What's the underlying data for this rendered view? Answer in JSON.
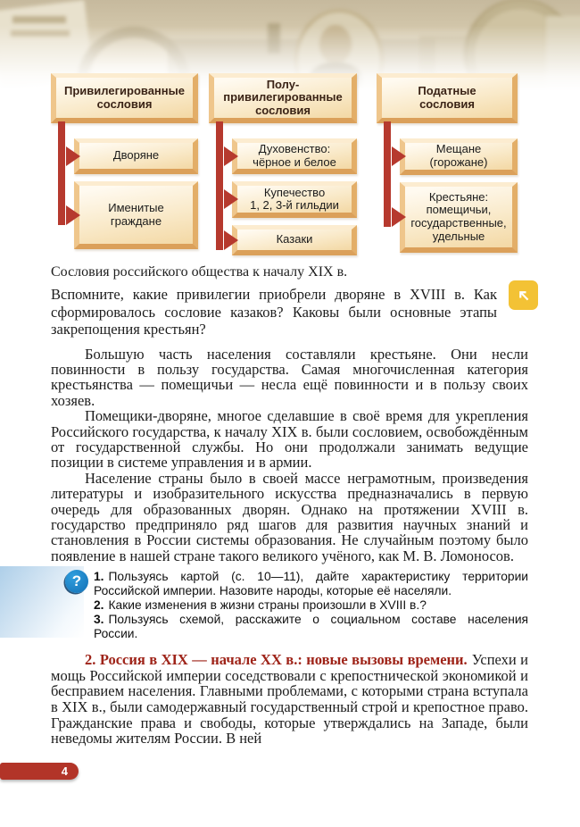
{
  "page": {
    "number": "4"
  },
  "colors": {
    "arrow_red": "#b6392e",
    "heading_red": "#9e2318",
    "icon_yellow": "#f3c235",
    "icon_blue": "#1e86cb",
    "pill_red": "#b23428",
    "band_blue": "#aecfe9",
    "box_fill": "#f9e9c8",
    "box_bevel": "#dba05a"
  },
  "diagram": {
    "caption": "Сословия российского общества к началу XIX в.",
    "columns": [
      {
        "header": "Привилегированные\nсословия",
        "children": [
          "Дворяне",
          "Именитые\nграждане"
        ]
      },
      {
        "header": "Полу-\nпривилегированные\nсословия",
        "children": [
          "Духовенство:\nчёрное и белое",
          "Купечество\n1, 2, 3-й гильдии",
          "Казаки"
        ]
      },
      {
        "header": "Податные\nсословия",
        "children": [
          "Мещане\n(горожане)",
          "Крестьяне:\nпомещичьи,\nгосударственные,\nудельные"
        ]
      }
    ]
  },
  "intro": {
    "text": "Вспомните, какие привилегии приобрели дворяне в XVIII в. Как сформировалось сословие казаков? Каковы были основные этапы закрепощения крестьян?",
    "icon": "↖"
  },
  "body": {
    "paragraphs": [
      "Большую часть населения составляли крестьяне. Они несли повинности в пользу государства. Самая многочисленная категория крестьянства — помещичьи — несла ещё повинности и в пользу своих хозяев.",
      "Помещики-дворяне, многое сделавшие в своё время для укрепления Российского государства, к началу XIX в. были сословием, освобождённым от государственной службы. Но они продолжали занимать ведущие позиции в системе управления и в армии.",
      "Население страны было в своей массе неграмотным, произведения литературы и изобразительного искусства предназначались в первую очередь для образованных дворян. Однако на протяжении XVIII в. государство предприняло ряд шагов для развития научных знаний и становления в России системы образования. Не случайным поэтому было появление в нашей стране такого великого учёного, как М. В. Ломоносов."
    ]
  },
  "questions": {
    "icon": "?",
    "items": [
      {
        "num": "1.",
        "text": "Пользуясь картой (с. 10—11), дайте характеристику территории Российской империи. Назовите народы, которые её населяли."
      },
      {
        "num": "2.",
        "text": "Какие изменения в жизни страны произошли в XVIII в.?"
      },
      {
        "num": "3.",
        "text": "Пользуясь схемой, расскажите о социальном составе населения России."
      }
    ]
  },
  "section2": {
    "heading": "2. Россия в XIX — начале XX в.: новые вызовы времени.",
    "text": "Успехи и мощь Российской империи соседствовали с крепостнической экономикой и бесправием населения. Главными проблемами, с которыми страна вступала в XIX в., были самодержавный государственный строй и крепостное право. Гражданские права и свободы, которые утверждались на Западе, были неведомы жителям России. В ней"
  }
}
